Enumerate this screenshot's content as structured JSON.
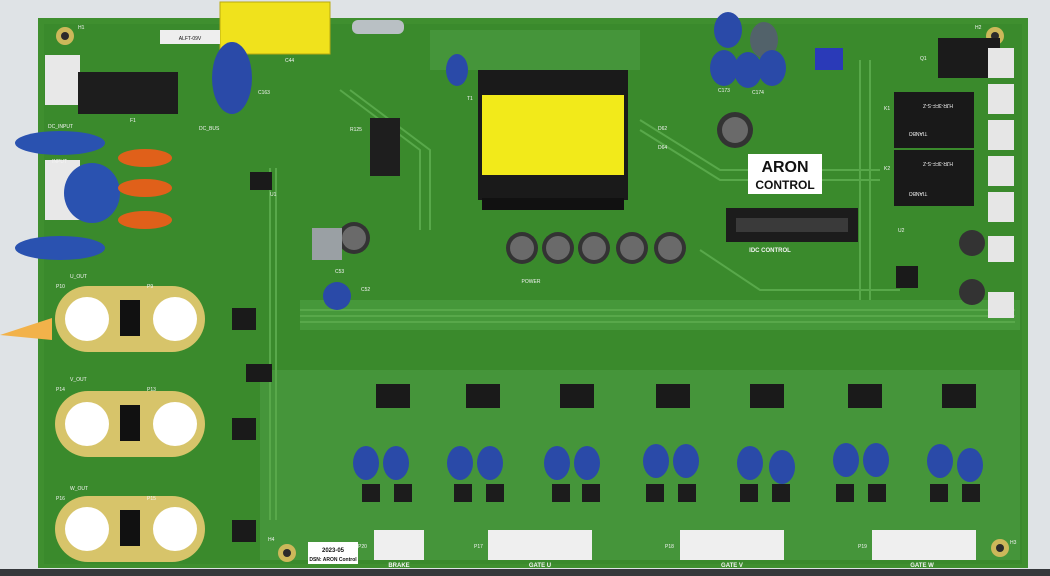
{
  "board": {
    "brand_line1": "ARON",
    "brand_line2": "CONTROL",
    "date": "2023-05",
    "designer": "DSN: ARON Control",
    "idc_label": "IDC CONTROL",
    "power_label": "POWER",
    "dc_input_label": "DC_INPUT",
    "input_label": "INPUT",
    "dc_bus_label": "DC_BUS",
    "part_alft": "ALFT-09V",
    "colors": {
      "pcb": "#3f8f2f",
      "copper_pour": "#348628",
      "pad_gold": "#d7c46a",
      "transformer_yellow": "#f2ea1a",
      "cap_blue": "#2a4aa8",
      "resistor_orange": "#e0601a"
    }
  },
  "outputs": [
    {
      "label": "U_OUT",
      "ref_a": "P10",
      "ref_b": "P9"
    },
    {
      "label": "V_OUT",
      "ref_a": "P14",
      "ref_b": "P13"
    },
    {
      "label": "W_OUT",
      "ref_a": "P16",
      "ref_b": "P15"
    }
  ],
  "connectors": [
    {
      "ref": "P20",
      "label": "BRAKE"
    },
    {
      "ref": "P17",
      "label": "GATE U"
    },
    {
      "ref": "P18",
      "label": "GATE V"
    },
    {
      "ref": "P19",
      "label": "GATE W"
    }
  ],
  "relays": [
    {
      "text": "HJR-3FF-S-Z",
      "brand": "TIANBO"
    },
    {
      "text": "HJR-3FF-S-Z",
      "brand": "TIANBO"
    }
  ],
  "refs": {
    "h1": "H1",
    "h2": "H2",
    "h3": "H3",
    "h4": "H4",
    "u1": "U1",
    "u2": "U2",
    "f1": "F1",
    "t1": "T1",
    "c44": "C44",
    "c163": "C163",
    "c173": "C173",
    "c174": "C174",
    "d62": "D62",
    "d64": "D64",
    "q1": "Q1",
    "r125": "R125",
    "c53": "C53",
    "c52": "C52",
    "k1": "K1",
    "k2": "K2"
  }
}
